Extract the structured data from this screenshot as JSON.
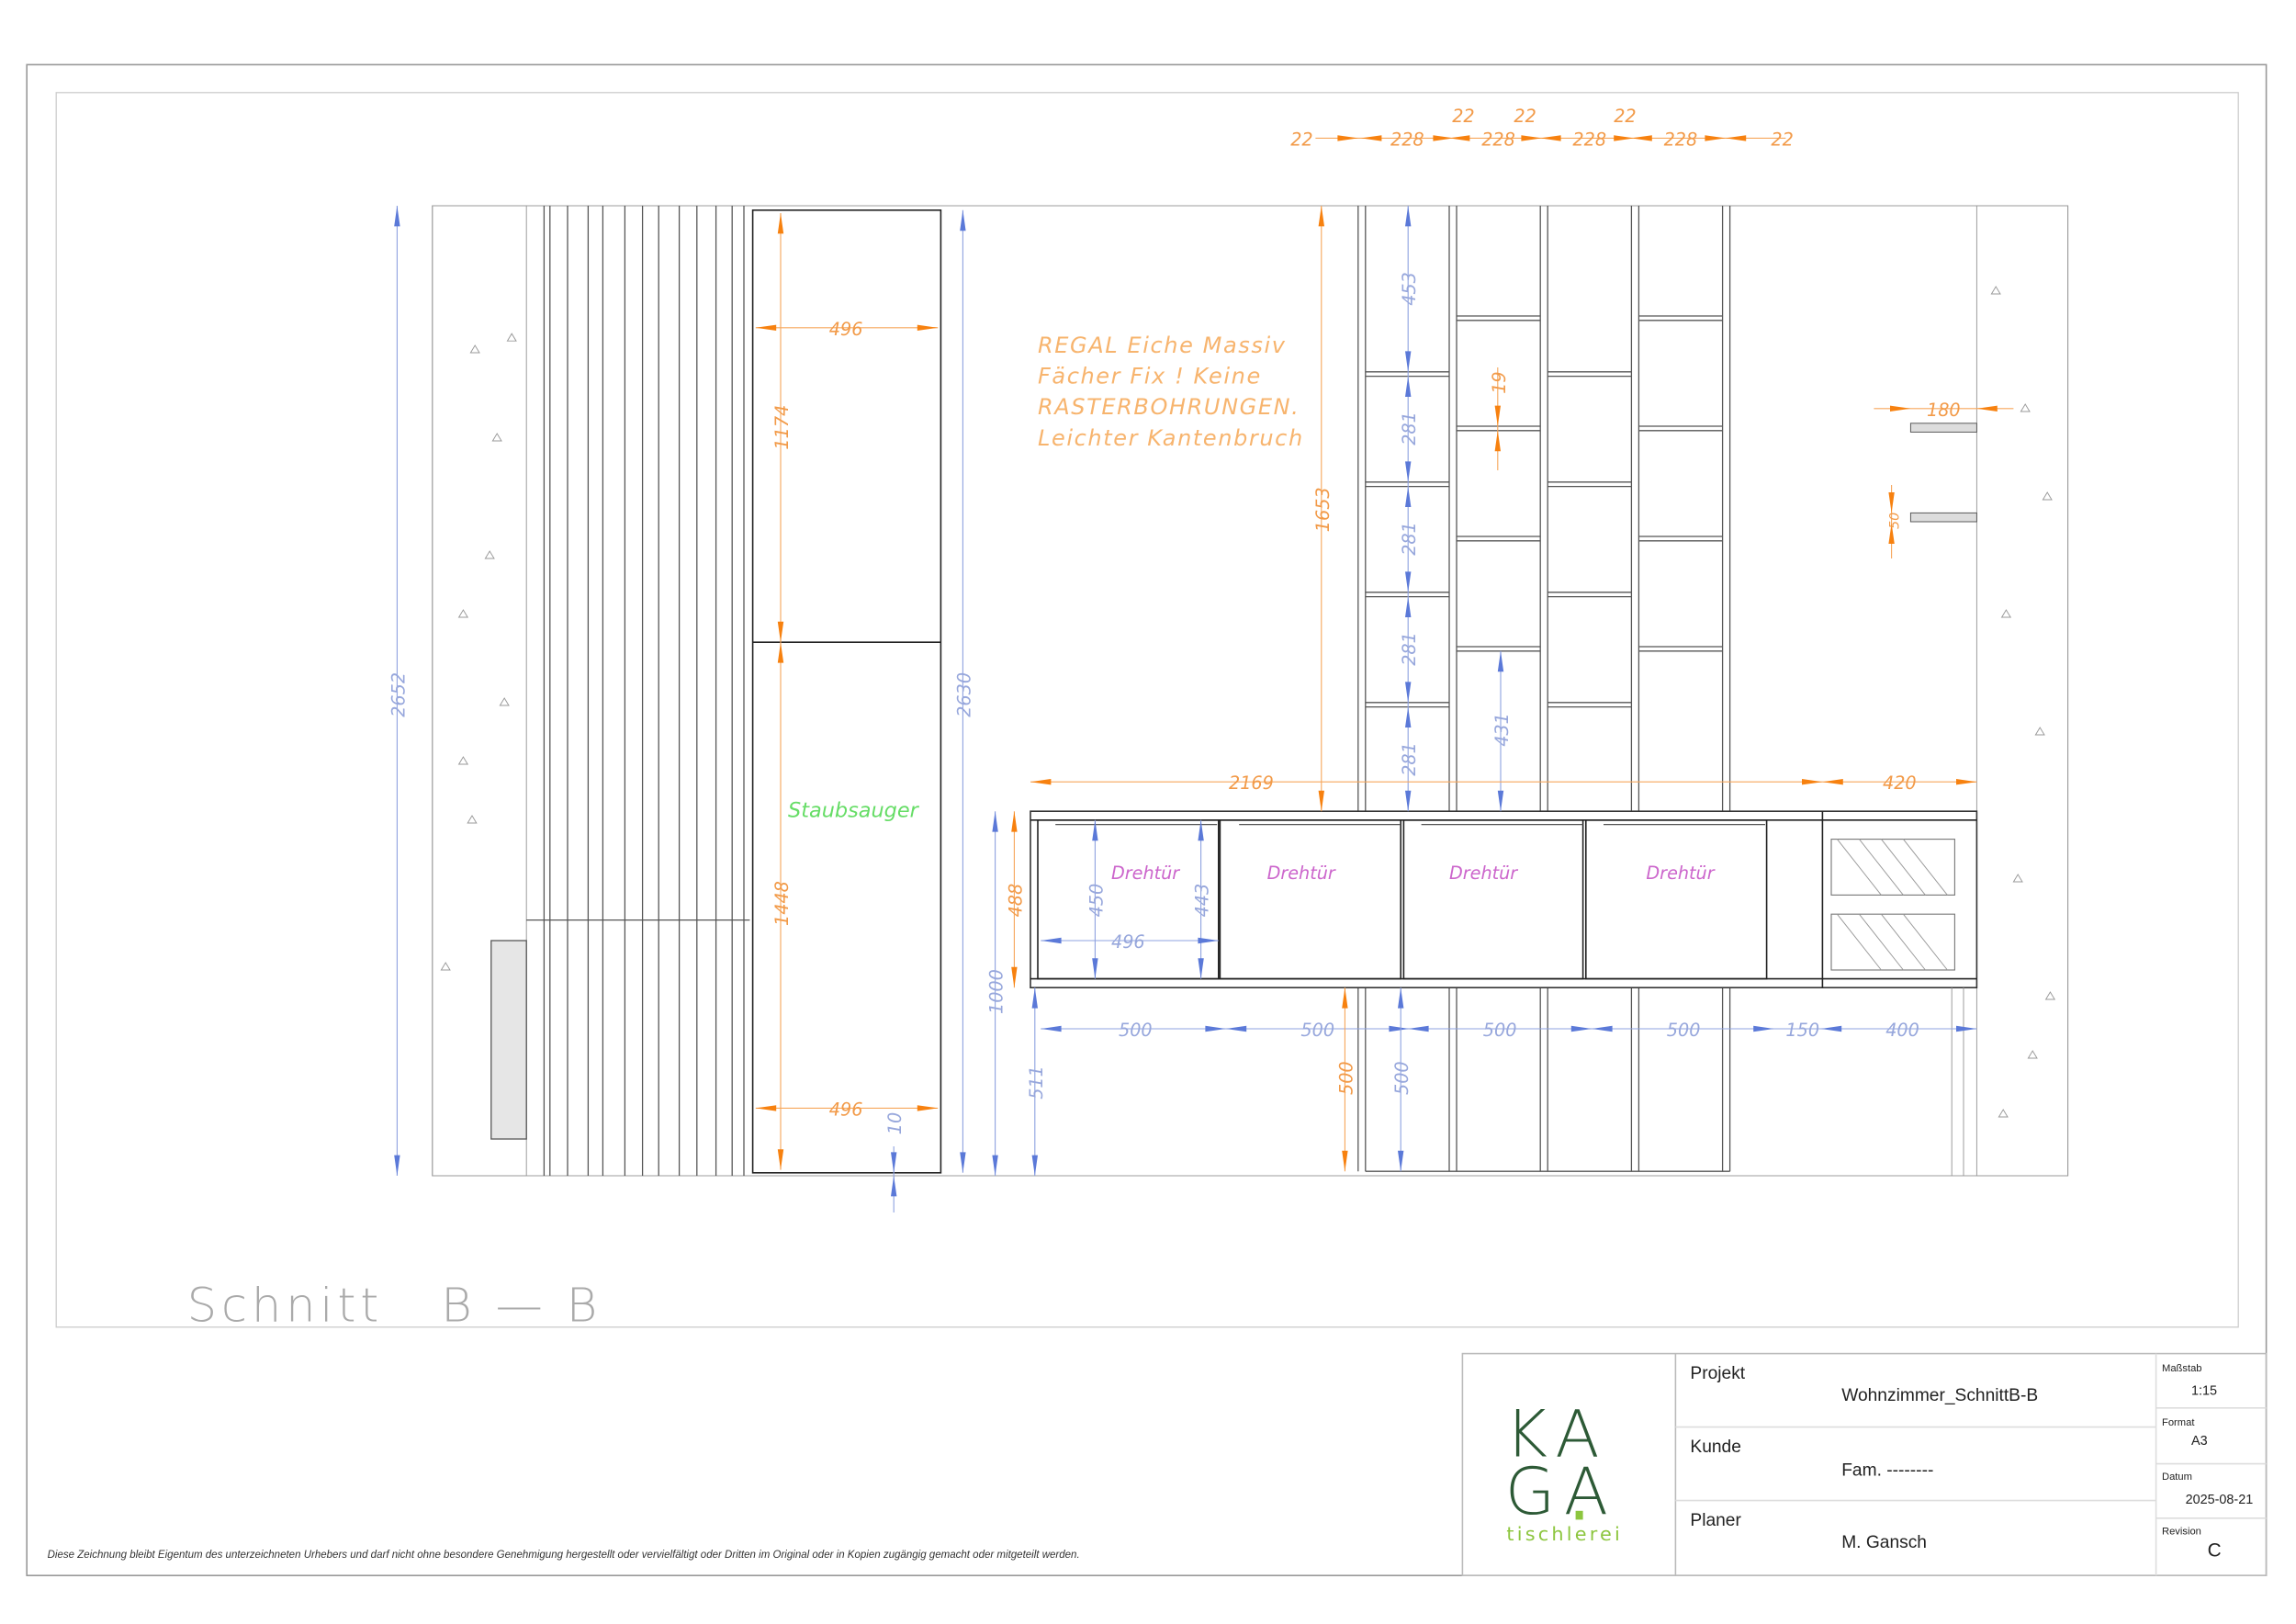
{
  "drawing": {
    "title": "Schnitt   B — B",
    "note_lines": [
      "REGAL Eiche Massiv",
      "Fächer Fix ! Keine",
      "RASTERBOHRUNGEN.",
      "Leichter Kantenbruch"
    ],
    "label_vacuum": "Staubsauger",
    "door_label": "Drehtür",
    "top_dims": [
      "22",
      "228",
      "22",
      "228",
      "22",
      "228",
      "22",
      "228",
      "22"
    ],
    "dims": {
      "total_height": "2652",
      "tall_height": "2630",
      "tall_width_top": "496",
      "tall_upper": "1174",
      "tall_lower": "1448",
      "tall_width_bottom": "496",
      "floor_gap": "10",
      "shelf_top": "453",
      "shelf_281_a": "281",
      "shelf_281_b": "281",
      "shelf_281_c": "281",
      "shelf_281_d": "281",
      "board_19": "19",
      "shelf_431": "431",
      "shelf_height": "1653",
      "sideboard_width": "2169",
      "side_width": "420",
      "wall_shelf_depth": "180",
      "wall_shelf_thk": "50",
      "sideboard_height": "488",
      "sideboard_top": "1000",
      "leg_height": "511",
      "door_h1": "450",
      "door_h2": "443",
      "door_w": "496",
      "bottom_500_a": "500",
      "bottom_500_b": "500",
      "bottom_500_c": "500",
      "bottom_500_d": "500",
      "bottom_150": "150",
      "bottom_400": "400",
      "lower_500_or": "500",
      "lower_500_bl": "500"
    }
  },
  "title_block": {
    "logo_top": "KA",
    "logo_bottom": "GA",
    "logo_sub": "tischlerei",
    "projekt_label": "Projekt",
    "projekt_value": "Wohnzimmer_SchnittB-B",
    "kunde_label": "Kunde",
    "kunde_value": "Fam. --------",
    "planer_label": "Planer",
    "planer_value": "M. Gansch",
    "massstab_label": "Maßstab",
    "massstab_value": "1:15",
    "format_label": "Format",
    "format_value": "A3",
    "datum_label": "Datum",
    "datum_value": "2025-08-21",
    "revision_label": "Revision",
    "revision_value": "C"
  },
  "disclaimer": "Diese Zeichnung bleibt Eigentum des unterzeichneten Urhebers und darf nicht ohne besondere Genehmigung hergestellt oder vervielfältigt oder Dritten im Original oder in Kopien zugängig gemacht oder mitgeteilt werden.",
  "colors": {
    "logo_dark": "#2d5a36",
    "logo_light": "#8dc63f",
    "dim_orange": "#f7a75c",
    "dim_blue": "#8fa3e0"
  }
}
